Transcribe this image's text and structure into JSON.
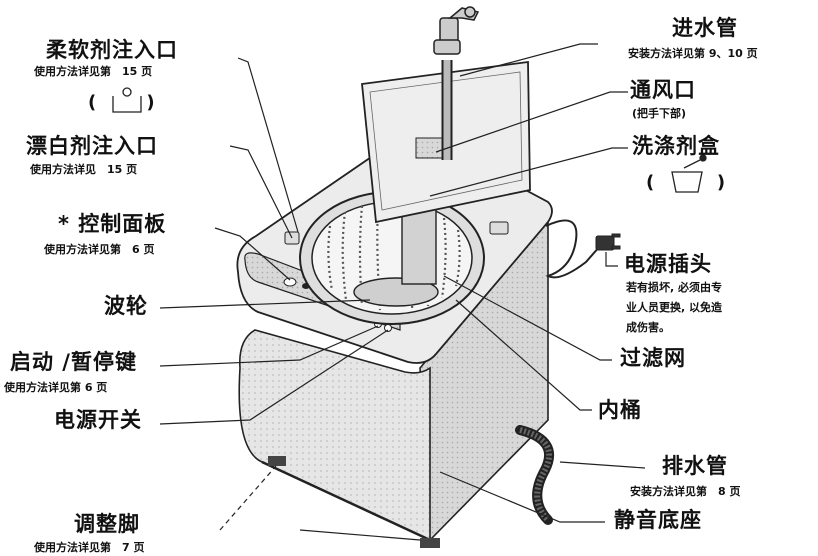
{
  "labels": {
    "softener": {
      "title": "柔软剂注入口",
      "note": "使用方法详见第　15 页",
      "symbol": "( 🌸 )"
    },
    "bleach": {
      "title": "漂白剂注入口",
      "note": "使用方法详见　15 页"
    },
    "control_panel": {
      "title": "* 控制面板",
      "note": "使用方法详见第　6 页"
    },
    "pulsator": {
      "title": "波轮"
    },
    "start_pause": {
      "title": "启动 /暂停键",
      "note": "使用方法详见第 6 页"
    },
    "power_switch": {
      "title": "电源开关"
    },
    "feet": {
      "title": "调整脚",
      "note": "使用方法详见第　7 页"
    },
    "inlet_hose": {
      "title": "进水管",
      "note": "安装方法详见第 9、10 页"
    },
    "vent": {
      "title": "通风口",
      "note": "(把手下部)"
    },
    "detergent_box": {
      "title": "洗涤剂盒",
      "symbol": "(　　)"
    },
    "plug": {
      "title": "电源插头",
      "note_lines": [
        "若有损坏, 必须由专",
        "业人员更换, 以免造",
        "成伤害。"
      ]
    },
    "filter": {
      "title": "过滤网"
    },
    "inner_tub": {
      "title": "内桶"
    },
    "drain_hose": {
      "title": "排水管",
      "note": "安装方法详见第　8 页"
    },
    "base": {
      "title": "静音底座"
    }
  }
}
